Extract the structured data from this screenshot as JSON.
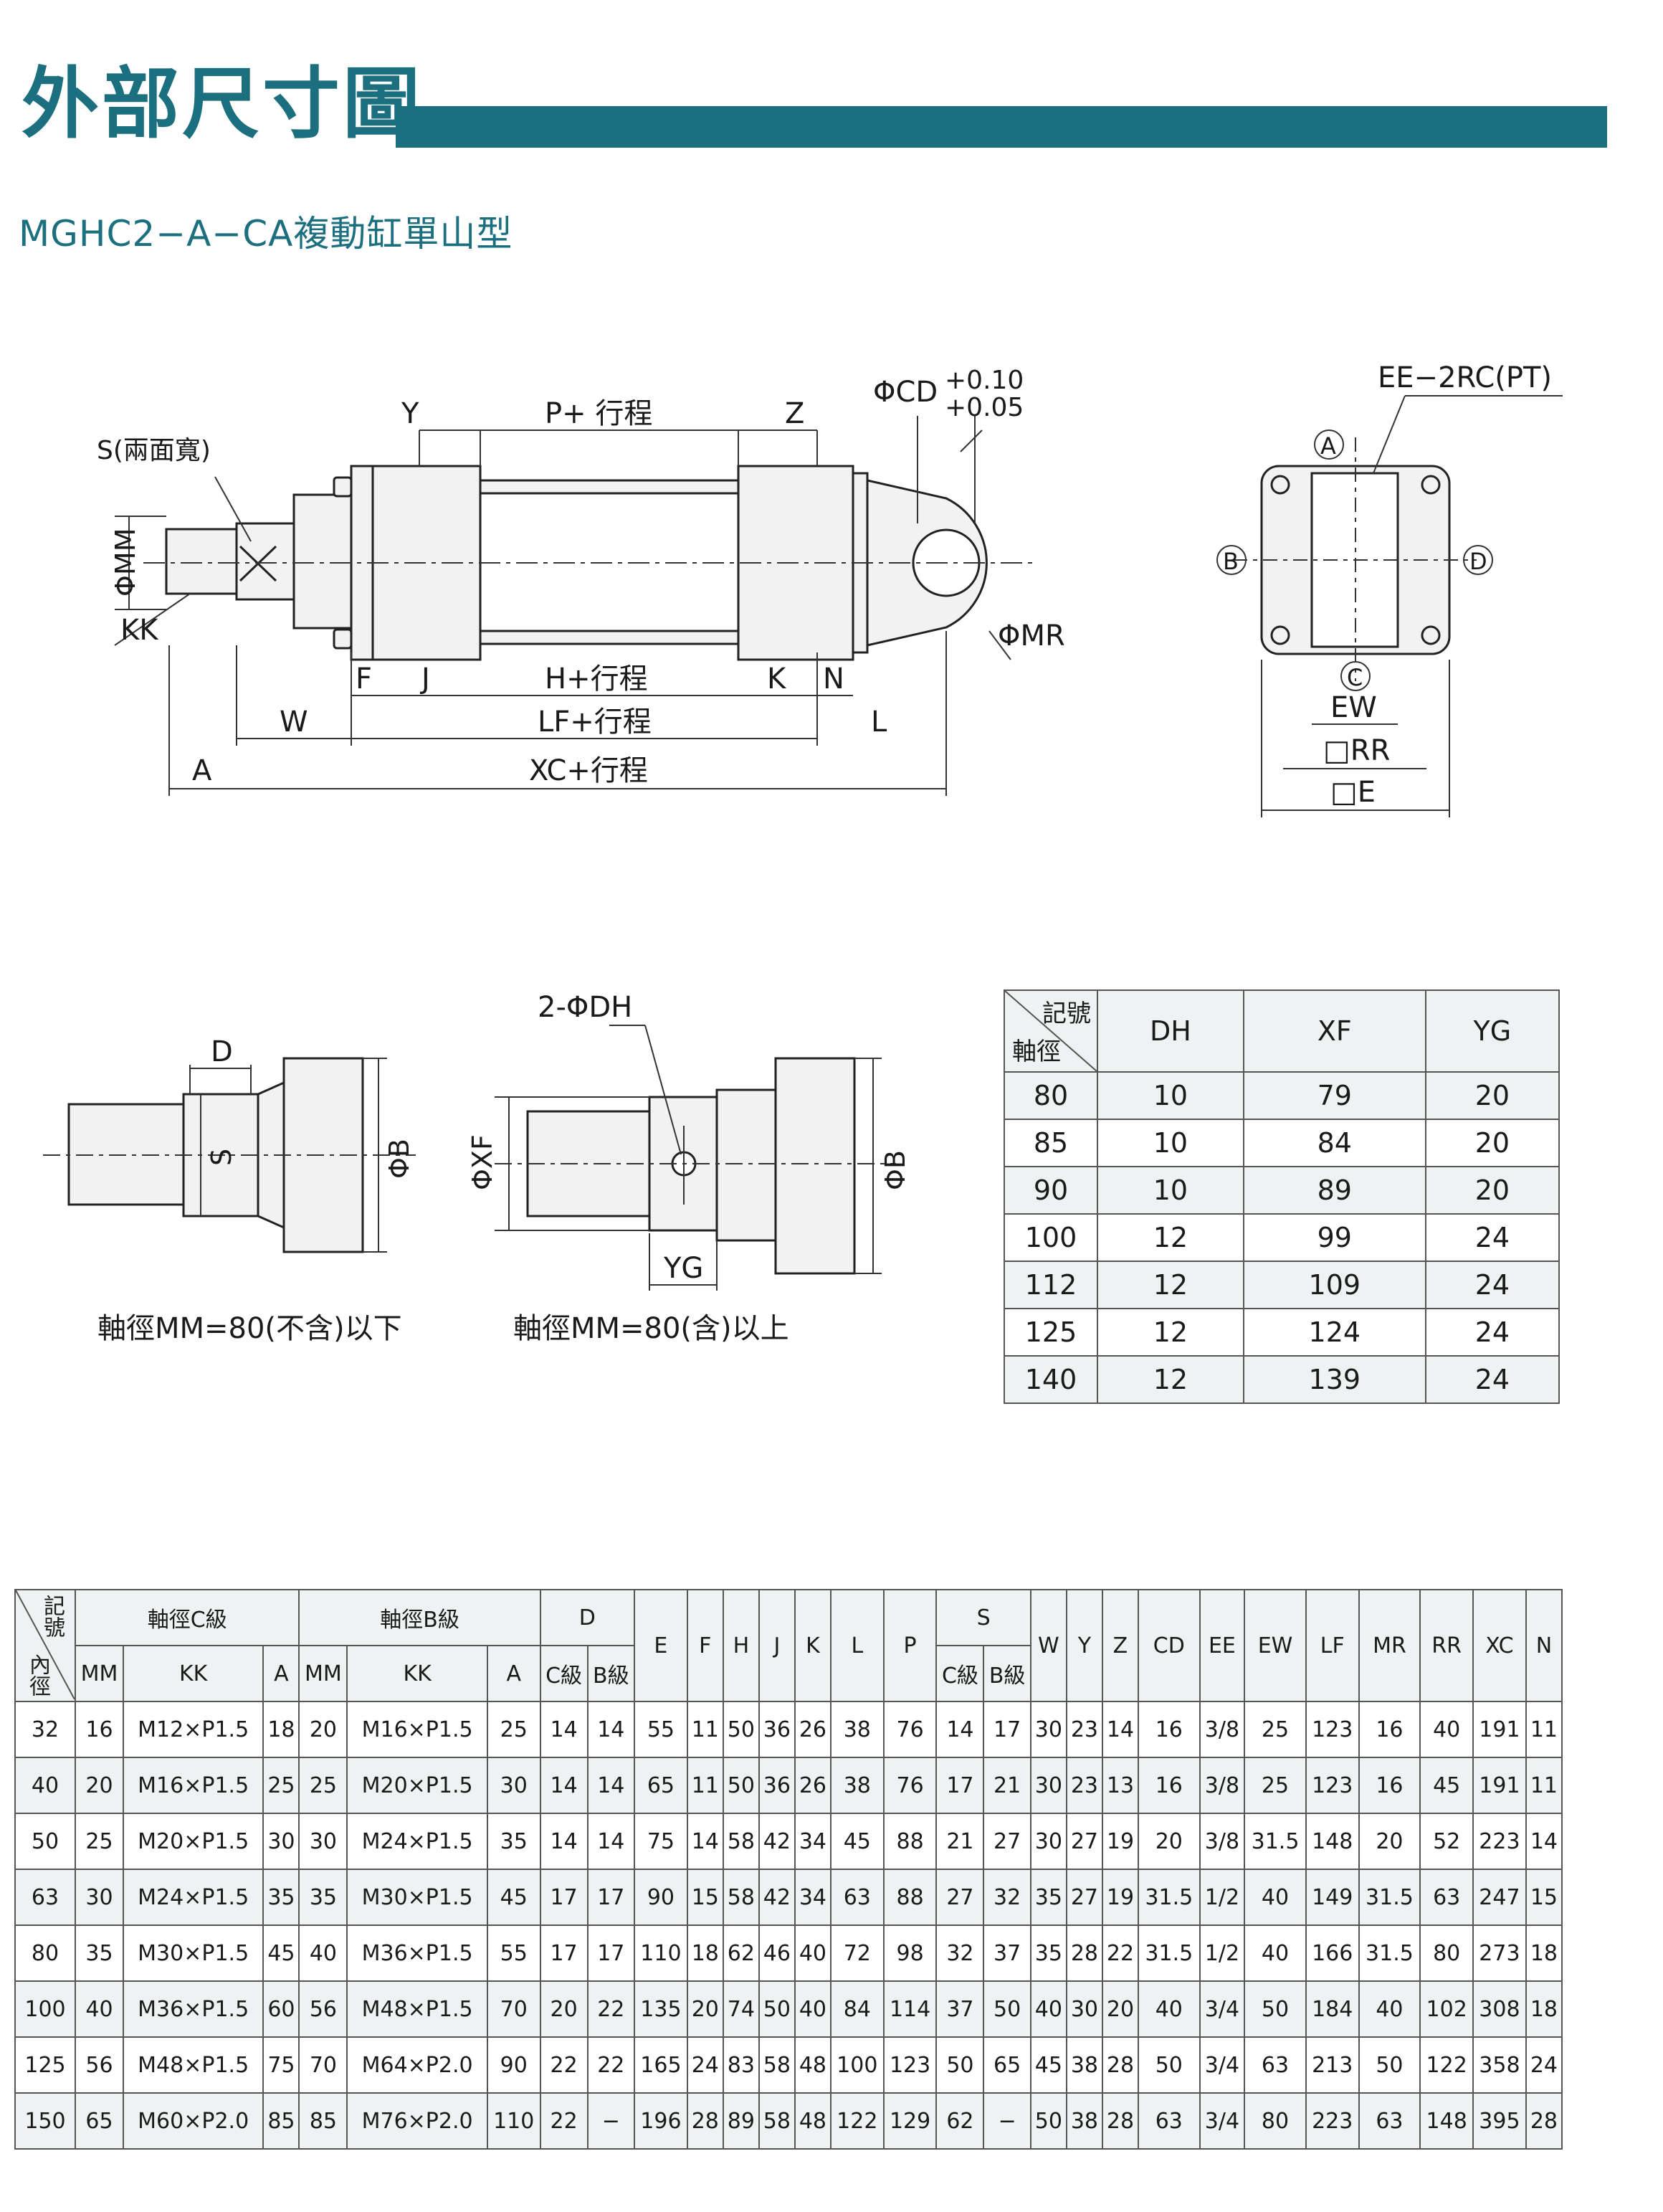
{
  "title": "外部尺寸圖",
  "subtitle": "MGHC2−A−CA複動缸單山型",
  "main_drawing": {
    "labels": {
      "y": "Y",
      "p": "P+ 行程",
      "z": "Z",
      "cd": "ΦCD",
      "cd_tol_upper": "+0.10",
      "cd_tol_lower": "+0.05",
      "s": "S(兩面寬)",
      "mm": "ΦMM",
      "kk": "KK",
      "mr": "ΦMR",
      "f": "F",
      "j": "J",
      "h": "H+行程",
      "k": "K",
      "n": "N",
      "w": "W",
      "lf": "LF+行程",
      "l": "L",
      "a": "A",
      "xc": "XC+行程"
    }
  },
  "end_view": {
    "labels": {
      "ee": "EE−2RC(PT)",
      "port_a": "A",
      "port_b": "B",
      "port_c": "C",
      "port_d": "D",
      "ew": "EW",
      "rr": "□RR",
      "e": "□E"
    }
  },
  "detail_small": {
    "labels": {
      "d": "D",
      "s": "S",
      "b": "ΦB",
      "caption": "軸徑MM=80(不含)以下"
    }
  },
  "detail_large": {
    "labels": {
      "dh": "2-ΦDH",
      "xf": "ΦXF",
      "b": "ΦB",
      "yg": "YG",
      "caption": "軸徑MM=80(含)以上"
    }
  },
  "bore_table": {
    "corner_top": "記號",
    "corner_bottom": "軸徑",
    "headers": [
      "DH",
      "XF",
      "YG"
    ],
    "rows": [
      [
        "80",
        "10",
        "79",
        "20"
      ],
      [
        "85",
        "10",
        "84",
        "20"
      ],
      [
        "90",
        "10",
        "89",
        "20"
      ],
      [
        "100",
        "12",
        "99",
        "24"
      ],
      [
        "112",
        "12",
        "109",
        "24"
      ],
      [
        "125",
        "12",
        "124",
        "24"
      ],
      [
        "140",
        "12",
        "139",
        "24"
      ]
    ]
  },
  "main_table": {
    "corner_top": "記號",
    "corner_bottom": "內徑",
    "group_c": "軸徑C級",
    "group_b": "軸徑B級",
    "group_d": "D",
    "group_s": "S",
    "sub_mm": "MM",
    "sub_kk": "KK",
    "sub_a": "A",
    "sub_c": "C級",
    "sub_b": "B級",
    "single_headers": [
      "E",
      "F",
      "H",
      "J",
      "K",
      "L",
      "P"
    ],
    "tail_headers": [
      "W",
      "Y",
      "Z",
      "CD",
      "EE",
      "EW",
      "LF",
      "MR",
      "RR",
      "XC",
      "N"
    ],
    "rows": [
      [
        "32",
        "16",
        "M12×P1.5",
        "18",
        "20",
        "M16×P1.5",
        "25",
        "14",
        "14",
        "55",
        "11",
        "50",
        "36",
        "26",
        "38",
        "76",
        "14",
        "17",
        "30",
        "23",
        "14",
        "16",
        "3/8",
        "25",
        "123",
        "16",
        "40",
        "191",
        "11"
      ],
      [
        "40",
        "20",
        "M16×P1.5",
        "25",
        "25",
        "M20×P1.5",
        "30",
        "14",
        "14",
        "65",
        "11",
        "50",
        "36",
        "26",
        "38",
        "76",
        "17",
        "21",
        "30",
        "23",
        "13",
        "16",
        "3/8",
        "25",
        "123",
        "16",
        "45",
        "191",
        "11"
      ],
      [
        "50",
        "25",
        "M20×P1.5",
        "30",
        "30",
        "M24×P1.5",
        "35",
        "14",
        "14",
        "75",
        "14",
        "58",
        "42",
        "34",
        "45",
        "88",
        "21",
        "27",
        "30",
        "27",
        "19",
        "20",
        "3/8",
        "31.5",
        "148",
        "20",
        "52",
        "223",
        "14"
      ],
      [
        "63",
        "30",
        "M24×P1.5",
        "35",
        "35",
        "M30×P1.5",
        "45",
        "17",
        "17",
        "90",
        "15",
        "58",
        "42",
        "34",
        "63",
        "88",
        "27",
        "32",
        "35",
        "27",
        "19",
        "31.5",
        "1/2",
        "40",
        "149",
        "31.5",
        "63",
        "247",
        "15"
      ],
      [
        "80",
        "35",
        "M30×P1.5",
        "45",
        "40",
        "M36×P1.5",
        "55",
        "17",
        "17",
        "110",
        "18",
        "62",
        "46",
        "40",
        "72",
        "98",
        "32",
        "37",
        "35",
        "28",
        "22",
        "31.5",
        "1/2",
        "40",
        "166",
        "31.5",
        "80",
        "273",
        "18"
      ],
      [
        "100",
        "40",
        "M36×P1.5",
        "60",
        "56",
        "M48×P1.5",
        "70",
        "20",
        "22",
        "135",
        "20",
        "74",
        "50",
        "40",
        "84",
        "114",
        "37",
        "50",
        "40",
        "30",
        "20",
        "40",
        "3/4",
        "50",
        "184",
        "40",
        "102",
        "308",
        "18"
      ],
      [
        "125",
        "56",
        "M48×P1.5",
        "75",
        "70",
        "M64×P2.0",
        "90",
        "22",
        "22",
        "165",
        "24",
        "83",
        "58",
        "48",
        "100",
        "123",
        "50",
        "65",
        "45",
        "38",
        "28",
        "50",
        "3/4",
        "63",
        "213",
        "50",
        "122",
        "358",
        "24"
      ],
      [
        "150",
        "65",
        "M60×P2.0",
        "85",
        "85",
        "M76×P2.0",
        "110",
        "22",
        "−",
        "196",
        "28",
        "89",
        "58",
        "48",
        "122",
        "129",
        "62",
        "−",
        "50",
        "38",
        "28",
        "63",
        "3/4",
        "80",
        "223",
        "63",
        "148",
        "395",
        "28"
      ]
    ]
  }
}
